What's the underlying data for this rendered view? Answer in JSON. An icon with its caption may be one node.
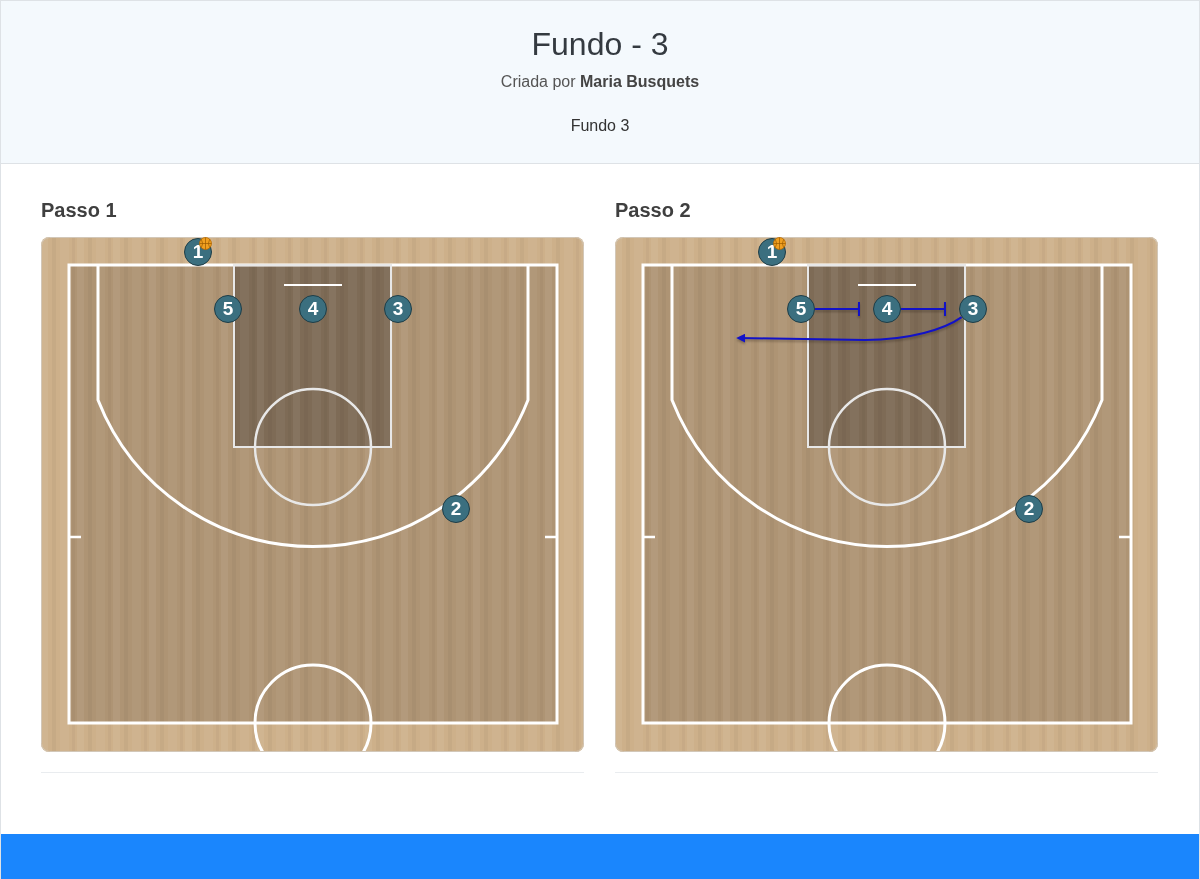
{
  "diagram": {
    "title": "Fundo - 3",
    "nodes": [
      {
        "text": [
          "Passo 1"
        ]
      },
      {
        "text": [
          "1"
        ],
        "in": 0
      },
      {
        "text": [
          "5"
        ],
        "in": 0
      },
      {
        "text": [
          "4"
        ],
        "in": 0
      },
      {
        "text": [
          "3"
        ],
        "in": 0
      },
      {
        "text": [
          "2"
        ],
        "in": 0
      },
      {
        "text": [
          "Passo 2"
        ]
      },
      {
        "text": [
          "1"
        ],
        "in": 6
      },
      {
        "text": [
          "5"
        ],
        "in": 6
      },
      {
        "text": [
          "4"
        ],
        "in": 6
      },
      {
        "text": [
          "3"
        ],
        "in": 6
      },
      {
        "text": [
          "2"
        ],
        "in": 6
      }
    ],
    "edges": [
      {
        "from": 8,
        "to": 9,
        "arrow": "other"
      },
      {
        "from": 9,
        "to": 10,
        "arrow": "other"
      },
      {
        "from": 10,
        "to": null,
        "arrow": "to"
      }
    ],
    "labels": [
      "Criada por **Maria Busquets**",
      "Fundo 3"
    ]
  }
}
